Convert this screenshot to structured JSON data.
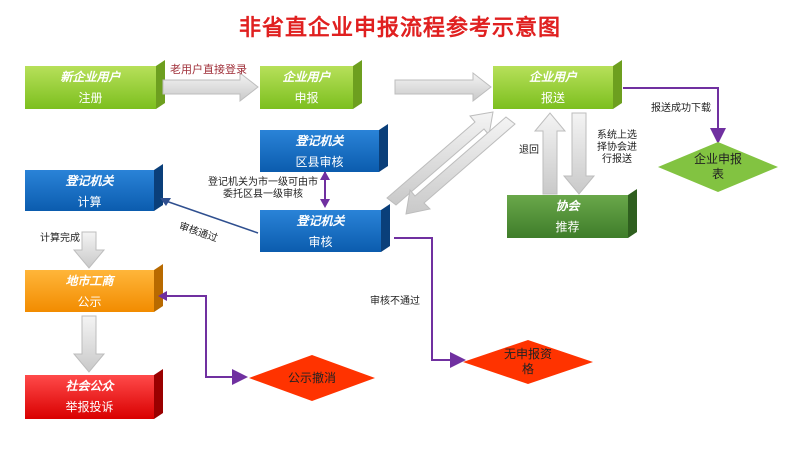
{
  "title": "非省直企业申报流程参考示意图",
  "nodes": {
    "new_user": {
      "head": "新企业用户",
      "body": "注册"
    },
    "ent_apply": {
      "head": "企业用户",
      "body": "申报"
    },
    "ent_submit": {
      "head": "企业用户",
      "body": "报送"
    },
    "reg_county": {
      "head": "登记机关",
      "body": "区县审核"
    },
    "reg_review": {
      "head": "登记机关",
      "body": "审核"
    },
    "reg_calc": {
      "head": "登记机关",
      "body": "计算"
    },
    "association": {
      "head": "协会",
      "body": "推荐"
    },
    "city_commerce": {
      "head": "地市工商",
      "body": "公示"
    },
    "public": {
      "head": "社会公众",
      "body": "举报投诉"
    },
    "report_table": {
      "text": "企业申报\n表"
    },
    "no_qualification": {
      "text": "无申报资\n格"
    },
    "revoke": {
      "text": "公示撤消"
    }
  },
  "edges": {
    "old_user_login": "老用户直接登录",
    "report_download": "报送成功下载",
    "return": "退回",
    "system_select": "系统上选\n择协会进\n行报送",
    "reg_note": "登记机关为市一级可由市\n委托区县一级审核",
    "review_pass": "审核通过",
    "calc_done": "计算完成",
    "review_fail": "审核不通过"
  },
  "colors": {
    "title": "#e02020",
    "green_box": "#8dc63f",
    "blue_box": "#1f6fc4",
    "dark_green_box": "#4f8f36",
    "orange_box": "#f7a11a",
    "red_box": "#ee1111",
    "green_diamond": "#82c341",
    "red_diamond": "#ff3300",
    "purple_line": "#7030a0"
  }
}
